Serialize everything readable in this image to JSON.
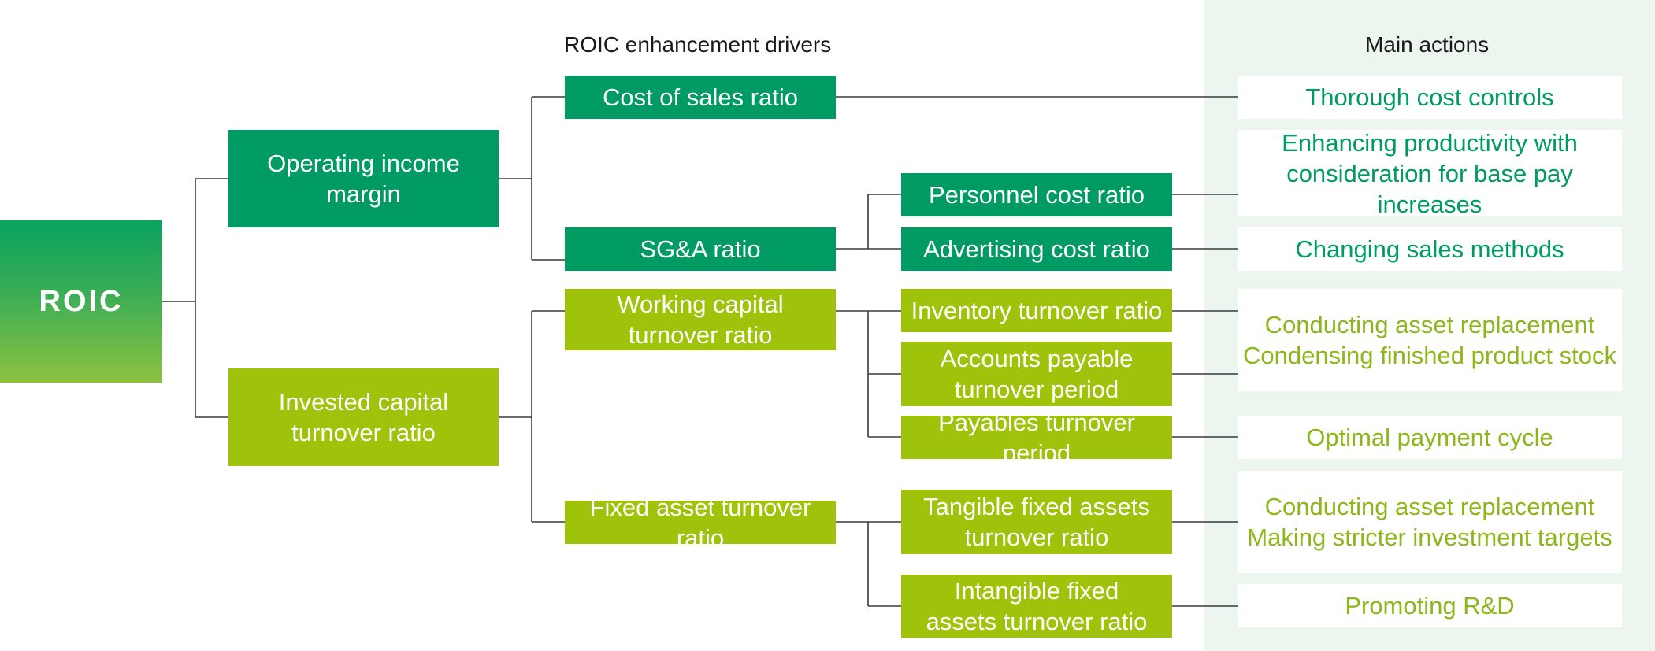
{
  "headings": {
    "drivers": "ROIC enhancement drivers",
    "actions": "Main actions"
  },
  "colors": {
    "dark_green": "#009b63",
    "light_green": "#9fc20a",
    "actions_panel": "#edf5ef"
  },
  "boxes": {
    "roic": "ROIC",
    "operating_income_margin": "Operating income margin",
    "invested_capital_turnover": "Invested capital turnover ratio",
    "cost_of_sales": "Cost of sales ratio",
    "sga": "SG&A ratio",
    "working_capital_turnover": "Working capital turnover ratio",
    "fixed_asset_turnover": "Fixed asset turnover ratio",
    "personnel_cost": "Personnel cost ratio",
    "advertising_cost": "Advertising cost ratio",
    "inventory_turnover": "Inventory turnover ratio",
    "accounts_payable_turnover": "Accounts payable turnover period",
    "payables_turnover": "Payables turnover period",
    "tangible_fixed_assets": "Tangible fixed assets turnover ratio",
    "intangible_fixed_assets": "Intangible fixed assets turnover ratio"
  },
  "actions": {
    "cost_controls": [
      "Thorough cost controls"
    ],
    "productivity": [
      "Enhancing productivity with",
      "consideration for base pay increases"
    ],
    "sales_methods": [
      "Changing sales methods"
    ],
    "asset_replacement_stock": [
      "Conducting asset replacement",
      "Condensing finished product stock"
    ],
    "payment_cycle": [
      "Optimal payment cycle"
    ],
    "asset_replacement_investment": [
      "Conducting asset replacement",
      "Making stricter investment targets"
    ],
    "rnd": [
      "Promoting R&D"
    ]
  }
}
